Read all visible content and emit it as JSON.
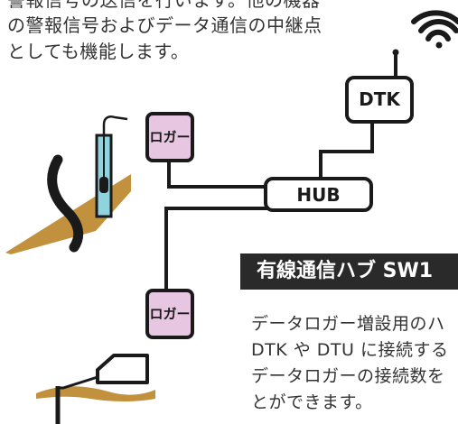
{
  "intro_text": {
    "line1": "警報信号の送信を行います。他の機器",
    "line2": "の警報信号およびデータ通信の中継点",
    "line3": "としても機能します。"
  },
  "diagram": {
    "dtk_label": "DTK",
    "hub_label": "HUB",
    "logger_top_label": "ロガー",
    "logger_bottom_label": "ロガー",
    "icons": [
      "wifi-icon",
      "water-level-sensor-icon",
      "survey-instrument-icon"
    ],
    "colors": {
      "logger_fill": "#e7c6e1",
      "ground": "#c2913e",
      "sensor_water": "#8fd3df",
      "line": "#1a1a1a",
      "title_band": "#2a2a2a"
    }
  },
  "section": {
    "title": "有線通信ハブ SW1",
    "desc_line1": "データロガー増設用のハ",
    "desc_line2": "DTK や DTU に接続する",
    "desc_line3": "データロガーの接続数を",
    "desc_line4": "とができます。"
  }
}
